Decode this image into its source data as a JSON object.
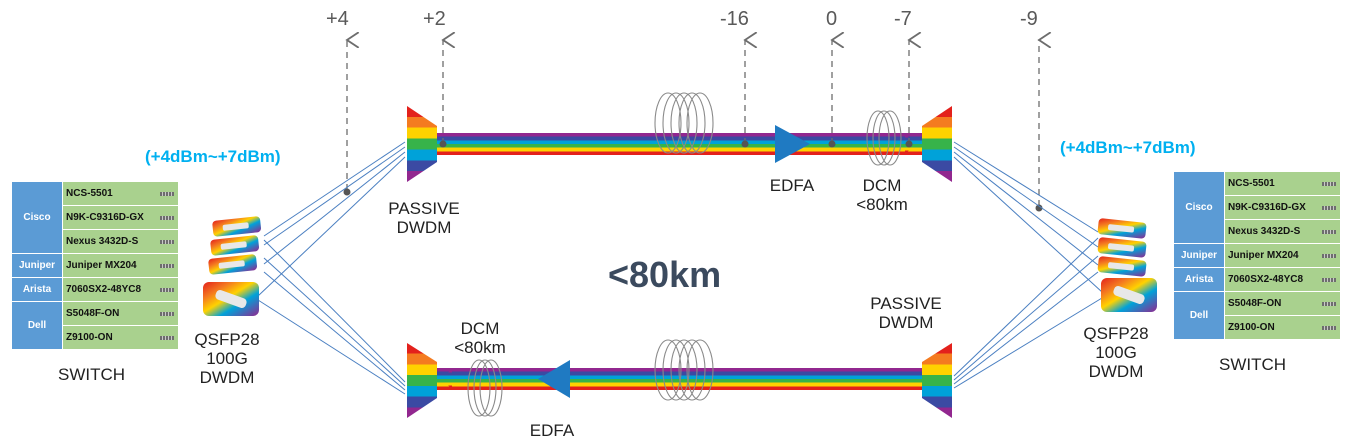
{
  "power_readings": [
    "+4",
    "+2",
    "-16",
    "0",
    "-7",
    "-9"
  ],
  "labels": {
    "passive_dwdm_top": [
      "PASSIVE",
      "DWDM"
    ],
    "passive_dwdm_bottom": [
      "PASSIVE",
      "DWDM"
    ],
    "edfa_top": "EDFA",
    "edfa_bottom": "EDFA",
    "dcm_top": [
      "DCM",
      "<80km"
    ],
    "dcm_bottom": [
      "DCM",
      "<80km"
    ],
    "distance": "<80km",
    "power_budget_left": "(+4dBm~+7dBm)",
    "power_budget_right": "(+4dBm~+7dBm)",
    "module_left": [
      "QSFP28",
      "100G",
      "DWDM"
    ],
    "module_right": [
      "QSFP28",
      "100G",
      "DWDM"
    ],
    "switch_left": "SWITCH",
    "switch_right": "SWITCH"
  },
  "switches": [
    {
      "vendor": "Cisco",
      "models": [
        "NCS-5501",
        "N9K-C9316D-GX",
        "Nexus 3432D-S"
      ]
    },
    {
      "vendor": "Juniper",
      "models": [
        "Juniper MX204"
      ]
    },
    {
      "vendor": "Arista",
      "models": [
        "7060SX2-48YC8"
      ]
    },
    {
      "vendor": "Dell",
      "models": [
        "S5048F-ON",
        "Z9100-ON"
      ]
    }
  ],
  "colors": {
    "rainbow": [
      "#e3211c",
      "#f47b20",
      "#ffd200",
      "#37b34a",
      "#00a2d9",
      "#3b4aa3",
      "#92278f"
    ],
    "edfa": "#1f7ac2",
    "link": "#4a7fc1",
    "budget_text": "#00b0f0",
    "vendor_cell": "#5b9bd5",
    "model_cell": "#a9d18e"
  }
}
